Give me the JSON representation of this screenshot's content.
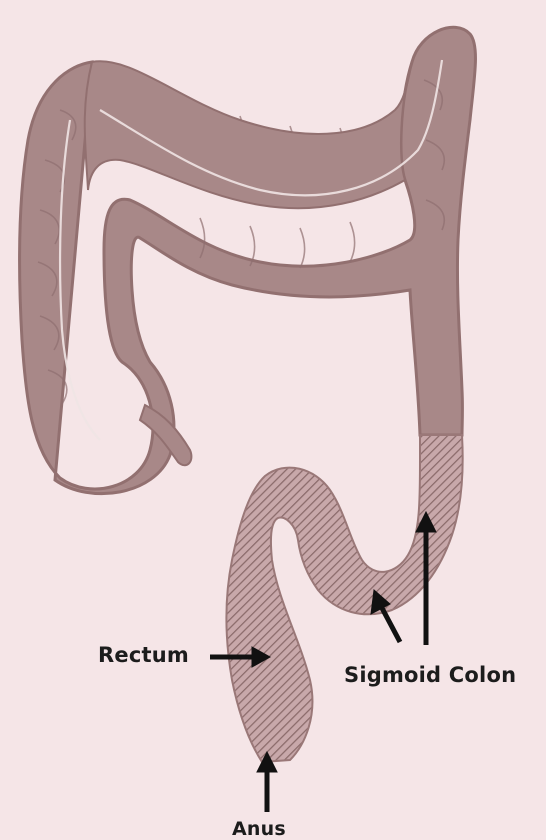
{
  "labels": {
    "rectum": "Rectum",
    "sigmoid_colon": "Sigmoid Colon",
    "anus": "Anus"
  },
  "colors": {
    "background": "#f5e5e7",
    "colon": "#a88888",
    "colon_outline": "#927070",
    "highlight_hatch": "#8a6a6a",
    "arrow": "#111111"
  }
}
